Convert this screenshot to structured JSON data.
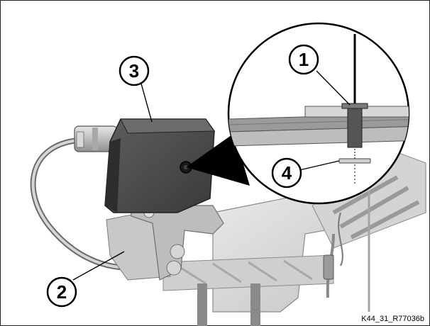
{
  "callouts": [
    {
      "number": "1",
      "target": "pin"
    },
    {
      "number": "2",
      "target": "sensor-bracket"
    },
    {
      "number": "3",
      "target": "control-unit"
    },
    {
      "number": "4",
      "target": "washer"
    }
  ],
  "reference_code": "K44_31_R77036b",
  "colors": {
    "module_body": "#4d4d4d",
    "metal": "#bdbdbd",
    "frame_light": "#d9d9d9",
    "ink": "#000000"
  }
}
